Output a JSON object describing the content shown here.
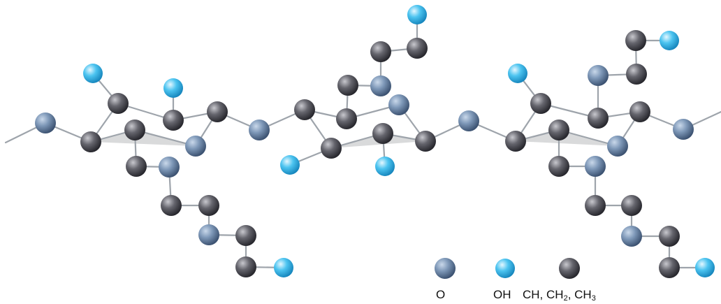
{
  "colors": {
    "bond": "#9ea4ab",
    "ring_back": "#b9bcbe",
    "O": "#5d7898",
    "OH": "#2bb3e6",
    "C": "#505058"
  },
  "legend": {
    "oxygen": "O",
    "hydroxyl": "OH",
    "carbon_prefix": "CH, CH",
    "carbon_sub_2": "2",
    "carbon_mid": ", CH",
    "carbon_sub_3": "3"
  }
}
